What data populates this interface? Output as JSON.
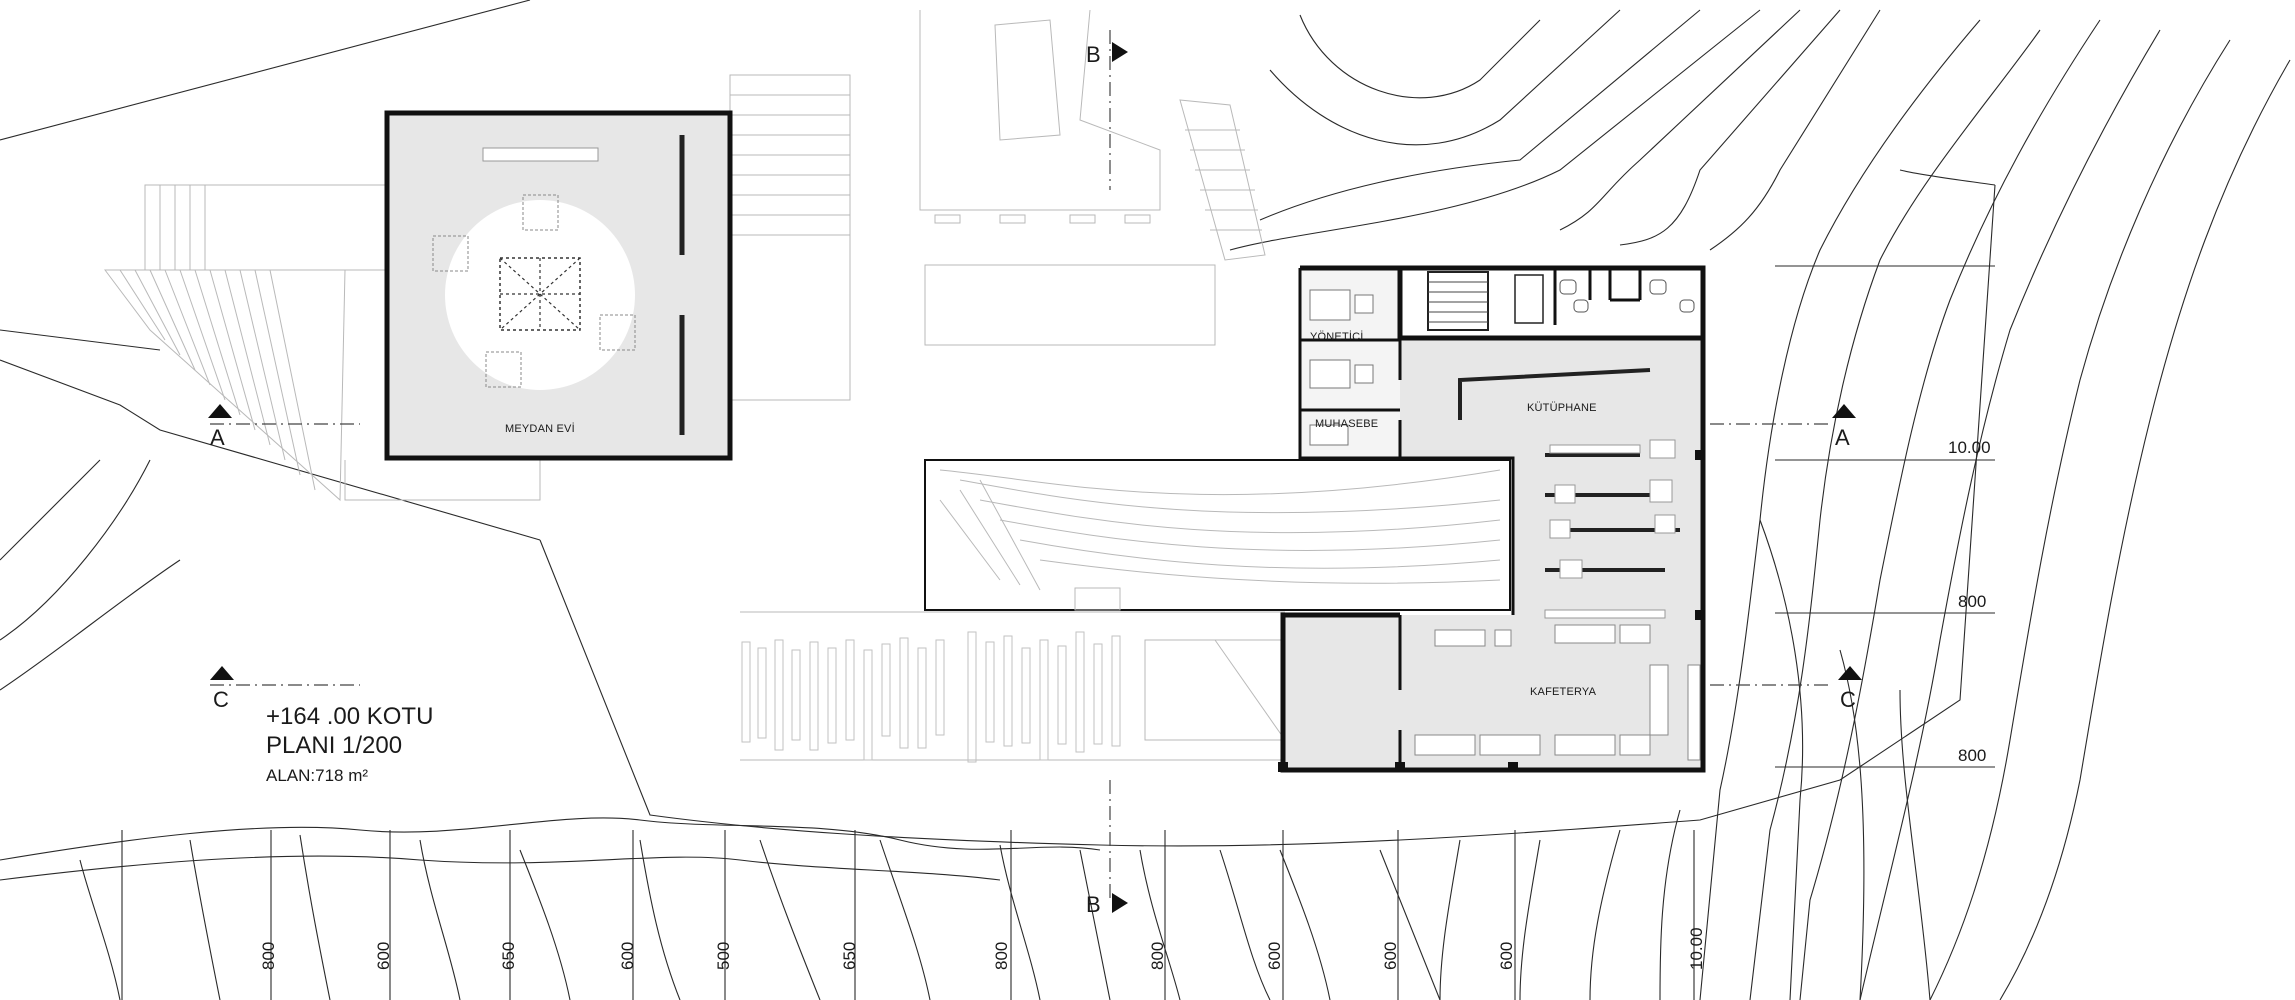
{
  "sheet": {
    "title_line1": "+164 .00 KOTU",
    "title_line2": "PLANI 1/200",
    "area": "ALAN:718 m²"
  },
  "rooms": {
    "meydan_evi": "MEYDAN EVİ",
    "yonetici": "YÖNETİCİ",
    "muhasebe": "MUHASEBE",
    "kutuphane": "KÜTÜPHANE",
    "kafeterya": "KAFETERYA"
  },
  "section_marks": {
    "a_left": "A",
    "a_right": "A",
    "b_top": "B",
    "b_bottom": "B",
    "c_left": "C",
    "c_right": "C"
  },
  "elevations_right": [
    "10.00",
    "800",
    "800"
  ],
  "elevations_bottom": [
    "800",
    "600",
    "650",
    "600",
    "500",
    "650",
    "800",
    "800",
    "600",
    "600",
    "600",
    "10.00"
  ],
  "colors": {
    "line": "#1a1a1a",
    "faint_line": "#b9b9b9",
    "floor_fill": "#e7e7e7",
    "wall": "#111111"
  }
}
